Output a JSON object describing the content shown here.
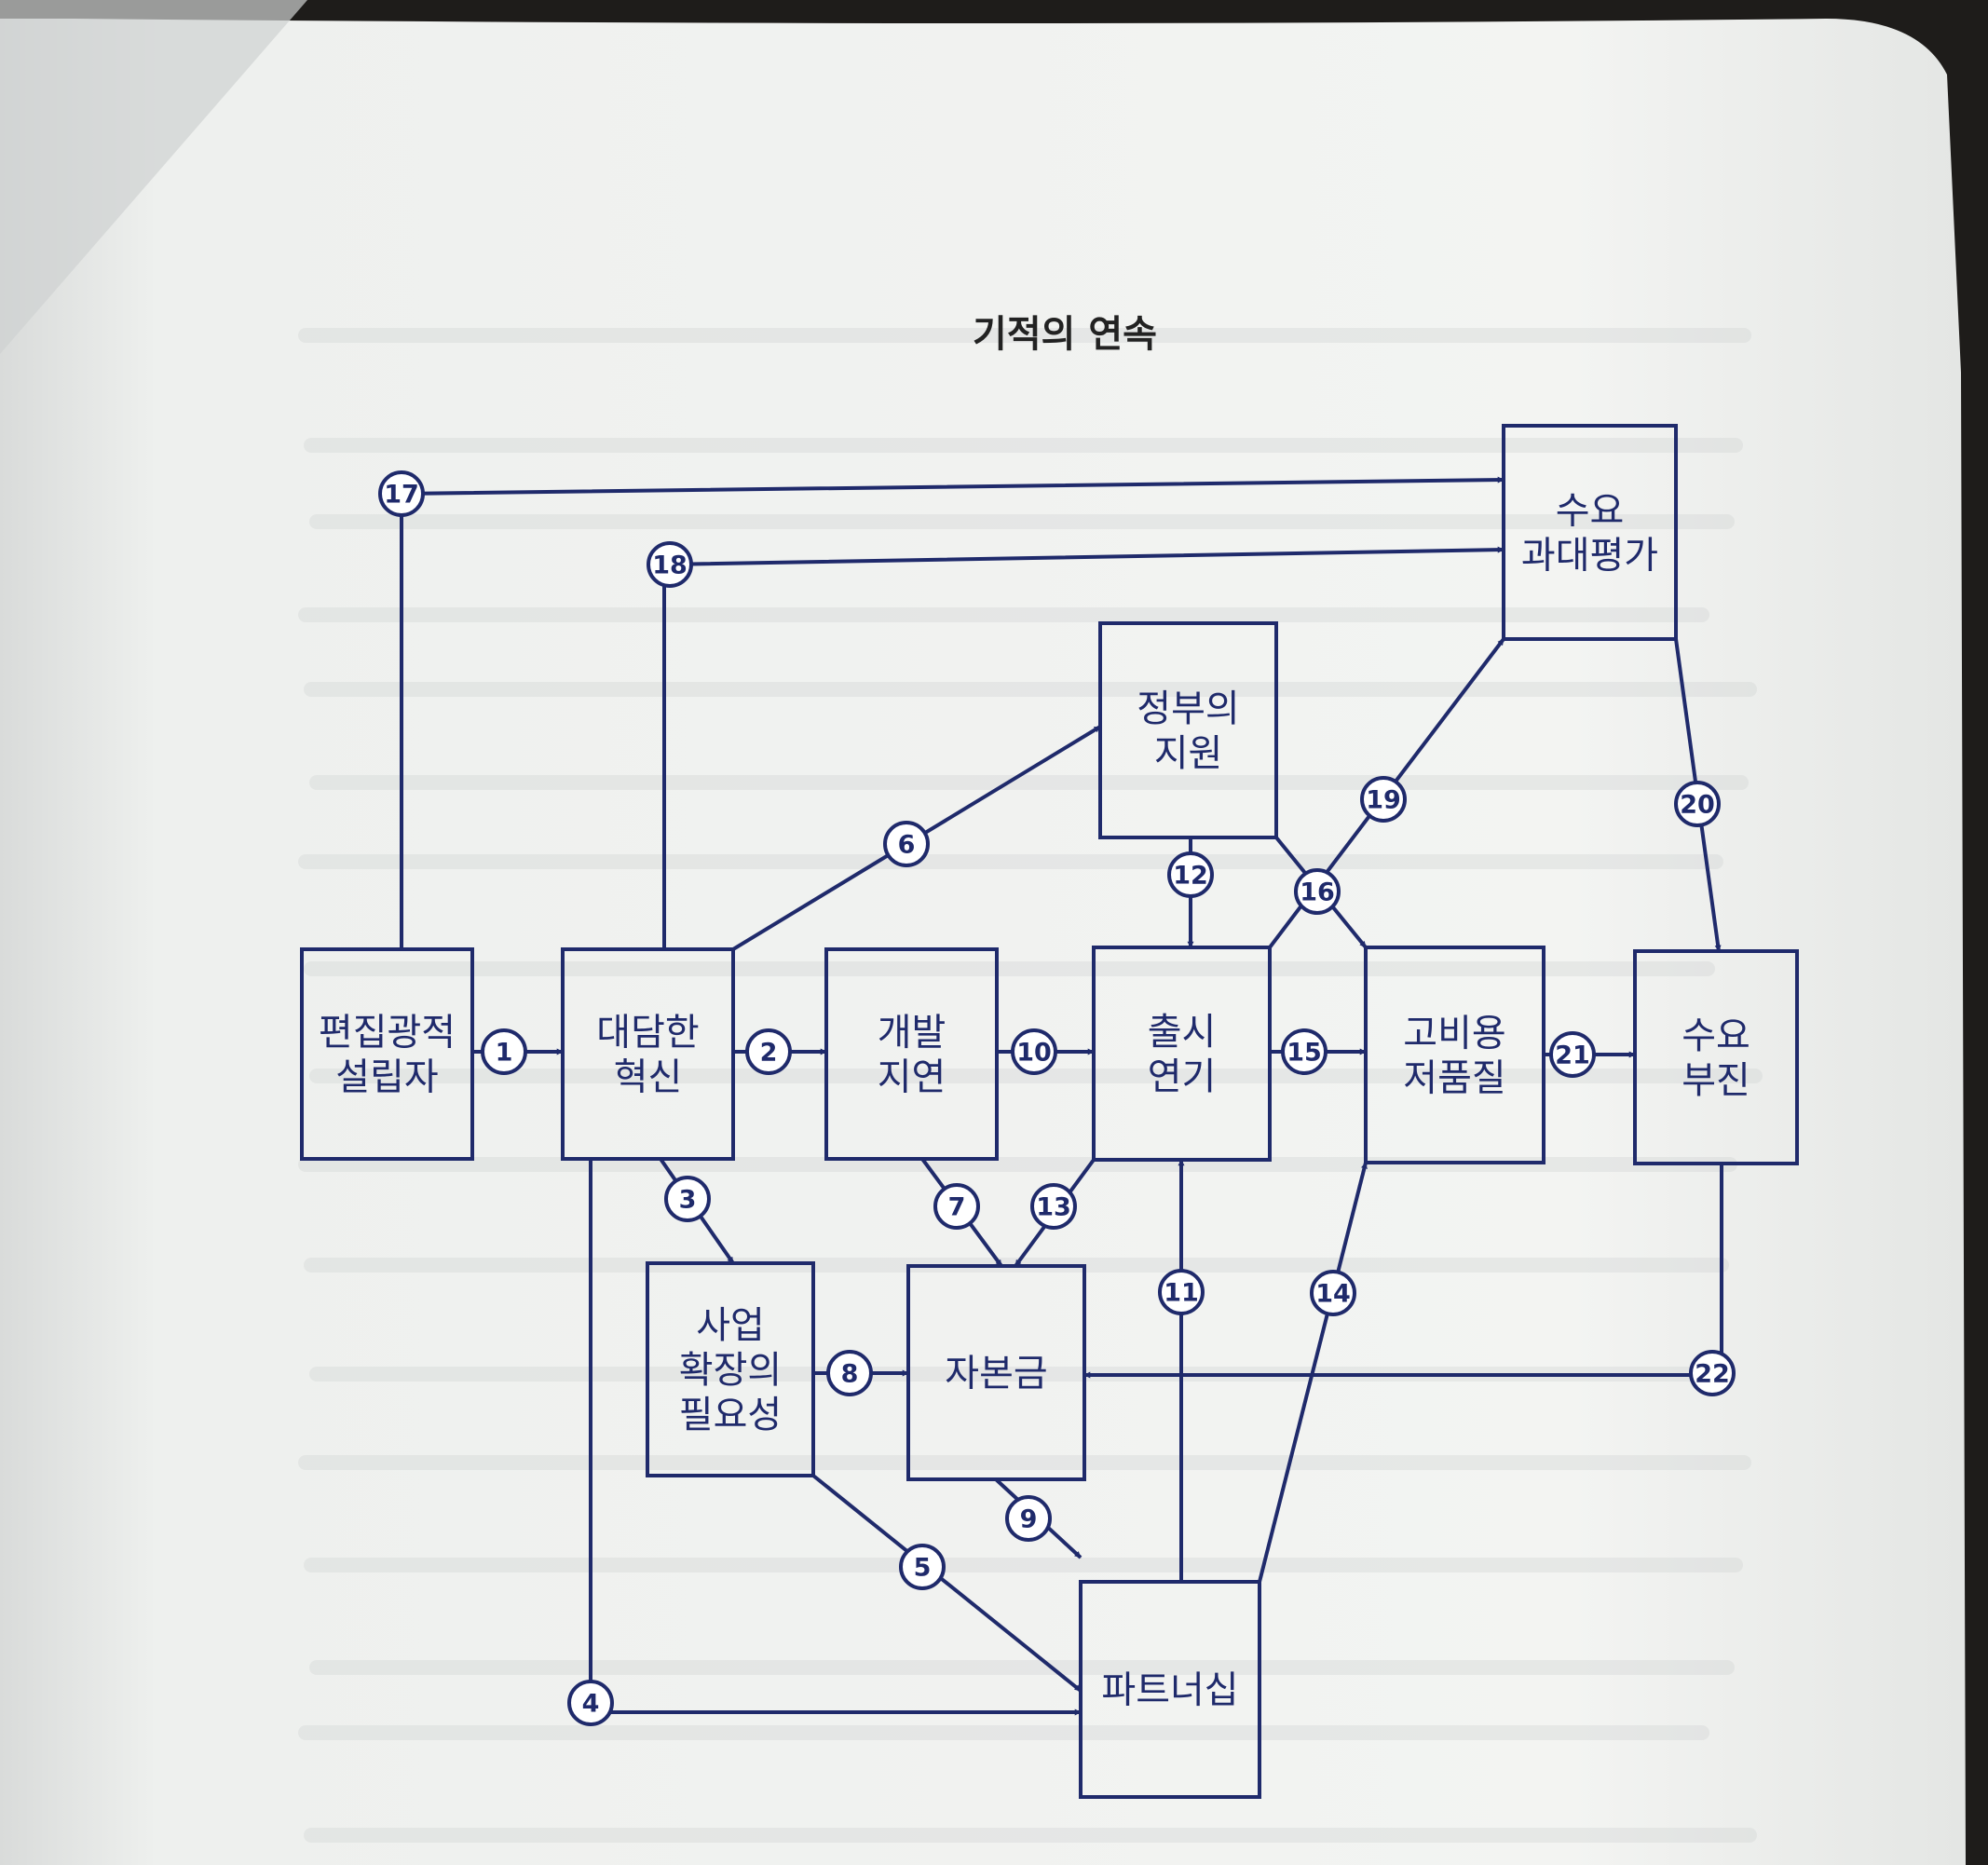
{
  "title": "기적의 연속",
  "colors": {
    "ink": "#1f2a6b",
    "paper": "#f2f3f1",
    "background": "#1e1c1a"
  },
  "nodes": [
    {
      "id": "editorial-founder",
      "lines": [
        "편집광적",
        "설립자"
      ]
    },
    {
      "id": "bold-innovation",
      "lines": [
        "대담한",
        "혁신"
      ]
    },
    {
      "id": "development-delay",
      "lines": [
        "개발",
        "지연"
      ]
    },
    {
      "id": "launch-delay",
      "lines": [
        "출시",
        "연기"
      ]
    },
    {
      "id": "high-cost-low-quality",
      "lines": [
        "고비용",
        "저품질"
      ]
    },
    {
      "id": "weak-demand",
      "lines": [
        "수요",
        "부진"
      ]
    },
    {
      "id": "demand-overestimation",
      "lines": [
        "수요",
        "과대평가"
      ]
    },
    {
      "id": "government-support",
      "lines": [
        "정부의",
        "지원"
      ]
    },
    {
      "id": "expansion-need",
      "lines": [
        "사업",
        "확장의",
        "필요성"
      ]
    },
    {
      "id": "capital",
      "lines": [
        "자본금"
      ]
    },
    {
      "id": "partnership",
      "lines": [
        "파트너십"
      ]
    }
  ],
  "edges": [
    {
      "label": "1",
      "from": "editorial-founder",
      "to": "bold-innovation"
    },
    {
      "label": "2",
      "from": "bold-innovation",
      "to": "development-delay"
    },
    {
      "label": "3",
      "from": "bold-innovation",
      "to": "expansion-need"
    },
    {
      "label": "4",
      "from": "bold-innovation",
      "to": "partnership"
    },
    {
      "label": "5",
      "from": "expansion-need",
      "to": "partnership"
    },
    {
      "label": "6",
      "from": "bold-innovation",
      "to": "government-support"
    },
    {
      "label": "7",
      "from": "development-delay",
      "to": "capital"
    },
    {
      "label": "8",
      "from": "expansion-need",
      "to": "capital"
    },
    {
      "label": "9",
      "from": "capital",
      "to": "partnership"
    },
    {
      "label": "10",
      "from": "development-delay",
      "to": "launch-delay"
    },
    {
      "label": "11",
      "from": "partnership",
      "to": "launch-delay"
    },
    {
      "label": "12",
      "from": "government-support",
      "to": "launch-delay"
    },
    {
      "label": "13",
      "from": "launch-delay",
      "to": "capital"
    },
    {
      "label": "14",
      "from": "partnership",
      "to": "high-cost-low-quality"
    },
    {
      "label": "15",
      "from": "launch-delay",
      "to": "high-cost-low-quality"
    },
    {
      "label": "16",
      "from": "government-support",
      "to": "high-cost-low-quality"
    },
    {
      "label": "17",
      "from": "editorial-founder",
      "to": "demand-overestimation"
    },
    {
      "label": "18",
      "from": "bold-innovation",
      "to": "demand-overestimation"
    },
    {
      "label": "19",
      "from": "launch-delay",
      "to": "demand-overestimation"
    },
    {
      "label": "20",
      "from": "demand-overestimation",
      "to": "weak-demand"
    },
    {
      "label": "21",
      "from": "high-cost-low-quality",
      "to": "weak-demand"
    },
    {
      "label": "22",
      "from": "weak-demand",
      "to": "capital"
    }
  ]
}
